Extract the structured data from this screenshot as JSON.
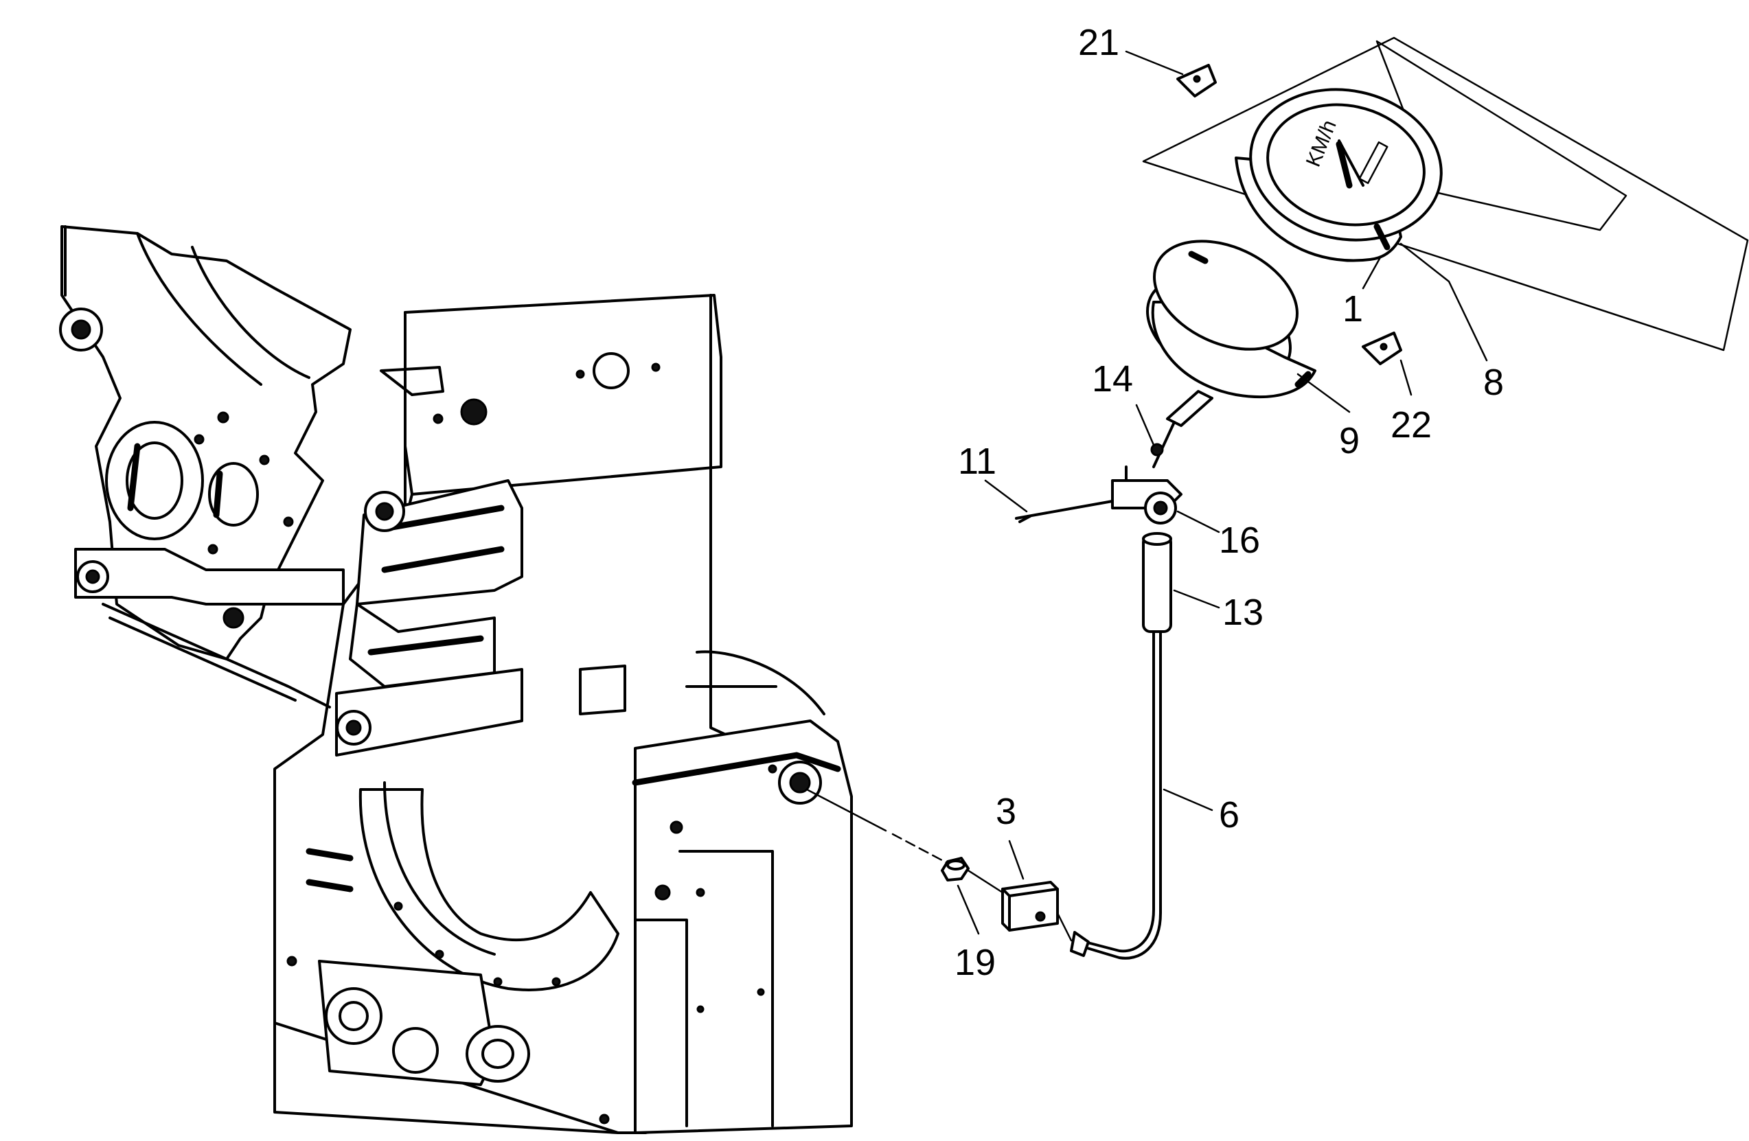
{
  "diagram": {
    "gauge": {
      "unit_text": "KM/h"
    },
    "callouts": [
      {
        "id": "c1",
        "text": "1"
      },
      {
        "id": "c3",
        "text": "3"
      },
      {
        "id": "c6",
        "text": "6"
      },
      {
        "id": "c8",
        "text": "8"
      },
      {
        "id": "c9",
        "text": "9"
      },
      {
        "id": "c11",
        "text": "11"
      },
      {
        "id": "c13",
        "text": "13"
      },
      {
        "id": "c14",
        "text": "14"
      },
      {
        "id": "c16",
        "text": "16"
      },
      {
        "id": "c19",
        "text": "19"
      },
      {
        "id": "c21",
        "text": "21"
      },
      {
        "id": "c22",
        "text": "22"
      }
    ]
  }
}
